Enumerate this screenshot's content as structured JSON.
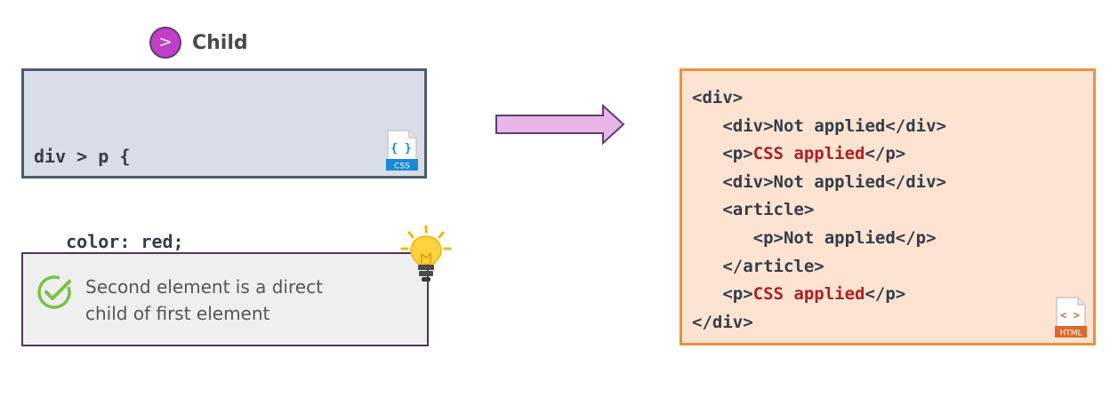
{
  "title": {
    "badge_symbol": ">",
    "label": "Child"
  },
  "css_snippet": {
    "lines": [
      "div > p {",
      "   color: red;",
      "}"
    ],
    "file_badge": {
      "glyph": "{ }",
      "label": "CSS",
      "color": "#1a8ad4"
    }
  },
  "tip": {
    "line1": "Second element is a direct",
    "line2": "child of first element",
    "check_color": "#7ac142"
  },
  "html_snippet": {
    "lines": [
      {
        "pre": "<div>",
        "hl": "",
        "post": ""
      },
      {
        "pre": "   <div>Not applied</div>",
        "hl": "",
        "post": ""
      },
      {
        "pre": "   <p>",
        "hl": "CSS applied",
        "post": "</p>"
      },
      {
        "pre": "   <div>Not applied</div>",
        "hl": "",
        "post": ""
      },
      {
        "pre": "   <article>",
        "hl": "",
        "post": ""
      },
      {
        "pre": "      <p>Not applied</p>",
        "hl": "",
        "post": ""
      },
      {
        "pre": "   </article>",
        "hl": "",
        "post": ""
      },
      {
        "pre": "   <p>",
        "hl": "CSS applied",
        "post": "</p>"
      },
      {
        "pre": "</div>",
        "hl": "",
        "post": ""
      }
    ],
    "file_badge": {
      "glyph": "< >",
      "label": "HTML",
      "color": "#e0662a"
    }
  },
  "colors": {
    "highlight": "#b01e23",
    "arrow_fill": "#e8b6e6",
    "arrow_stroke": "#5a3e73"
  }
}
